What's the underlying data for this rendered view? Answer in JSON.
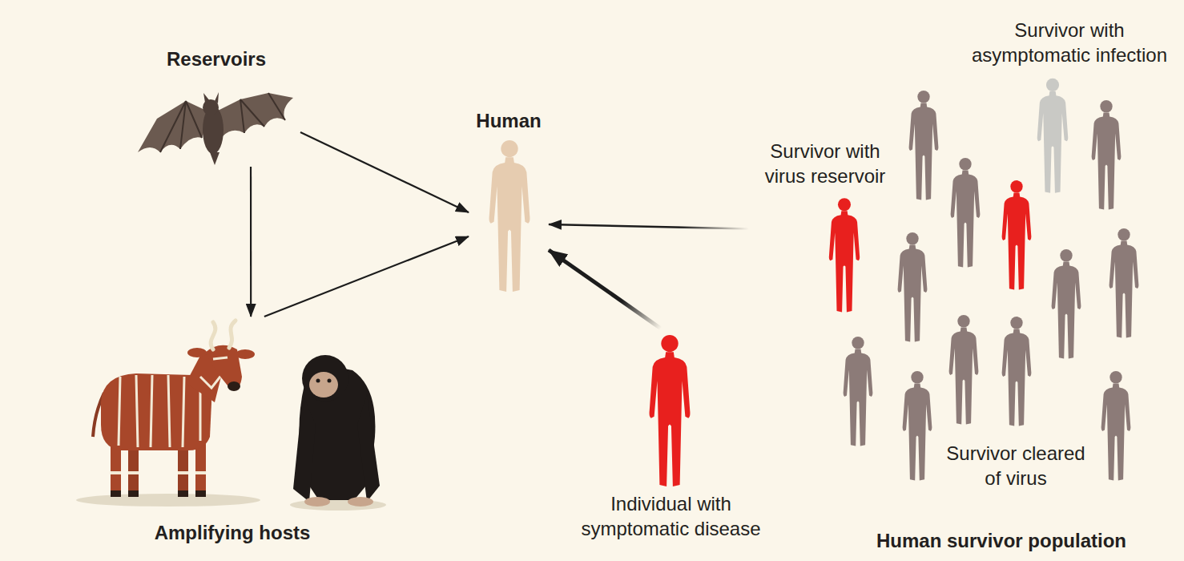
{
  "diagram": {
    "nodes": [
      {
        "text": [
          "Reservoirs"
        ]
      },
      {
        "text": [
          "Human"
        ]
      },
      {
        "text": [
          "Amplifying hosts"
        ]
      },
      {
        "text": [
          "Individual with symptomatic disease"
        ]
      },
      {
        "text": [
          "Human survivor population"
        ]
      },
      {
        "text": [
          "Survivor with asymptomatic infection"
        ],
        "in": 4
      },
      {
        "text": [
          "Survivor with virus reservoir"
        ],
        "in": 4
      },
      {
        "text": [
          "Survivor cleared of virus"
        ],
        "in": 4
      }
    ],
    "edges": [
      {
        "from": 0,
        "to": 1,
        "arrow": "to"
      },
      {
        "from": 0,
        "to": 2,
        "arrow": "to"
      },
      {
        "from": 2,
        "to": 1,
        "arrow": "to"
      },
      {
        "from": 6,
        "to": 1,
        "arrow": "to"
      },
      {
        "from": 3,
        "to": 1,
        "arrow": "to"
      }
    ]
  }
}
